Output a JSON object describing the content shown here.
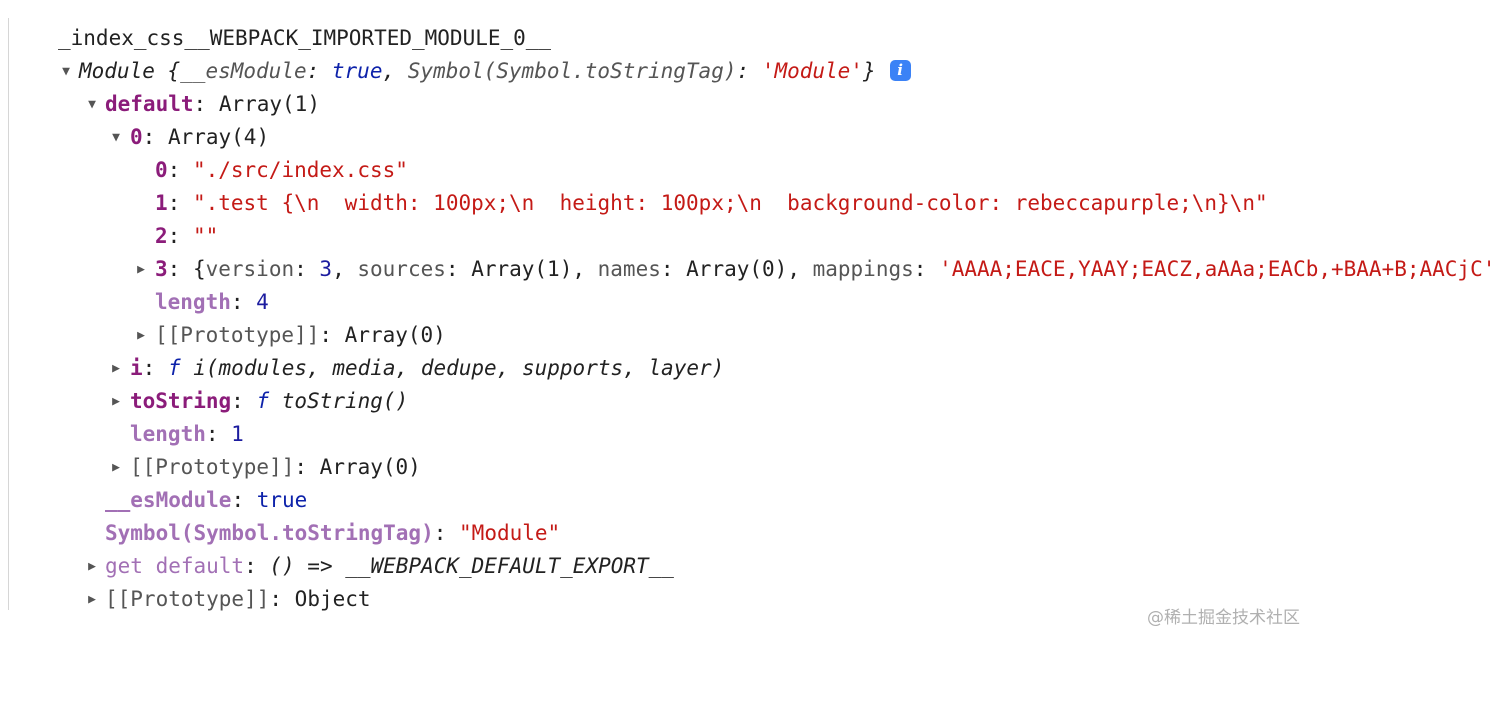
{
  "console": {
    "lines": [
      {
        "key": "_index_css__WEBPACK_IMPORTED_MODULE_0__"
      },
      {
        "type": "Module",
        "open": " {",
        "k1": "__esModule",
        "colon1": ": ",
        "v1": "true",
        "comma1": ", ",
        "k2": "Symbol(Symbol.toStringTag)",
        "colon2": ": ",
        "v2": "'Module'",
        "close": "}",
        "info_label": "i"
      },
      {
        "key": "default",
        "sep": ": ",
        "value": "Array(1)"
      },
      {
        "key": "0",
        "sep": ": ",
        "value": "Array(4)"
      },
      {
        "key": "0",
        "sep": ": ",
        "value": "\"./src/index.css\""
      },
      {
        "key": "1",
        "sep": ": ",
        "value": "\".test {\\n  width: 100px;\\n  height: 100px;\\n  background-color: rebeccapurple;\\n}\\n\""
      },
      {
        "key": "2",
        "sep": ": ",
        "value": "\"\""
      },
      {
        "key": "3",
        "sep": ": ",
        "open": "{",
        "k1": "version",
        "v1": "3",
        "k2": "sources",
        "v2": "Array(1)",
        "k3": "names",
        "v3": "Array(0)",
        "k4": "mappings",
        "v4": "'AAAA;EACE,YAAY;EACZ,aAAa;EACb,+BAA+B;AACjC'"
      },
      {
        "key": "length",
        "sep": ": ",
        "value": "4"
      },
      {
        "key": "[[Prototype]]",
        "sep": ": ",
        "value": "Array(0)"
      },
      {
        "key": "i",
        "sep": ": ",
        "f": "f",
        "sig": " i(modules, media, dedupe, supports, layer)"
      },
      {
        "key": "toString",
        "sep": ": ",
        "f": "f",
        "sig": " toString()"
      },
      {
        "key": "length",
        "sep": ": ",
        "value": "1"
      },
      {
        "key": "[[Prototype]]",
        "sep": ": ",
        "value": "Array(0)"
      },
      {
        "key": "__esModule",
        "sep": ": ",
        "value": "true"
      },
      {
        "key": "Symbol(Symbol.toStringTag)",
        "sep": ": ",
        "value": "\"Module\""
      },
      {
        "key": "get default",
        "sep": ": ",
        "value": "() => __WEBPACK_DEFAULT_EXPORT__"
      },
      {
        "key": "[[Prototype]]",
        "sep": ": ",
        "value": "Object"
      }
    ],
    "expanded_glyph": "▼",
    "collapsed_glyph": "▶"
  },
  "watermark": "@稀土掘金技术社区",
  "colors": {
    "key": "#8b1c7a",
    "string": "#c41a16",
    "number": "#1c1c9f",
    "info_badge": "#3b82f6"
  }
}
